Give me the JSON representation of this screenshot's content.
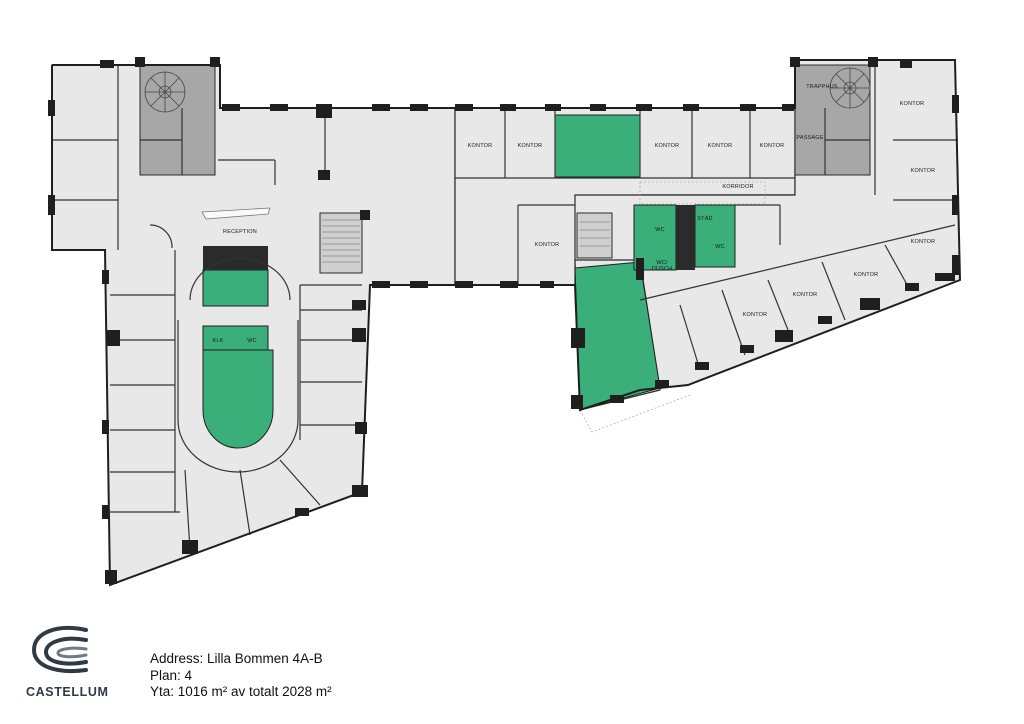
{
  "rooms": {
    "kontor": "KONTOR",
    "reception": "RECEPTION",
    "trapphus": "TRAPPHUS",
    "passage": "PASSAGE",
    "korridor": "KORRIDOR",
    "wc": "WC",
    "klk": "KLK",
    "stad": "STÄD",
    "wc_dusch_1": "WC/",
    "wc_dusch_2": "DUSCH"
  },
  "info": {
    "address": "Address: Lilla Bommen 4A-B",
    "plan": "Plan: 4",
    "area": "Yta: 1016 m² av totalt 2028 m²"
  },
  "logo": {
    "name": "CASTELLUM"
  },
  "colors": {
    "leased": "#3aaf7a",
    "floor": "#e8e8e8",
    "wall": "#222222",
    "stair": "#a7a7a7",
    "logo": "#2f3a44"
  }
}
